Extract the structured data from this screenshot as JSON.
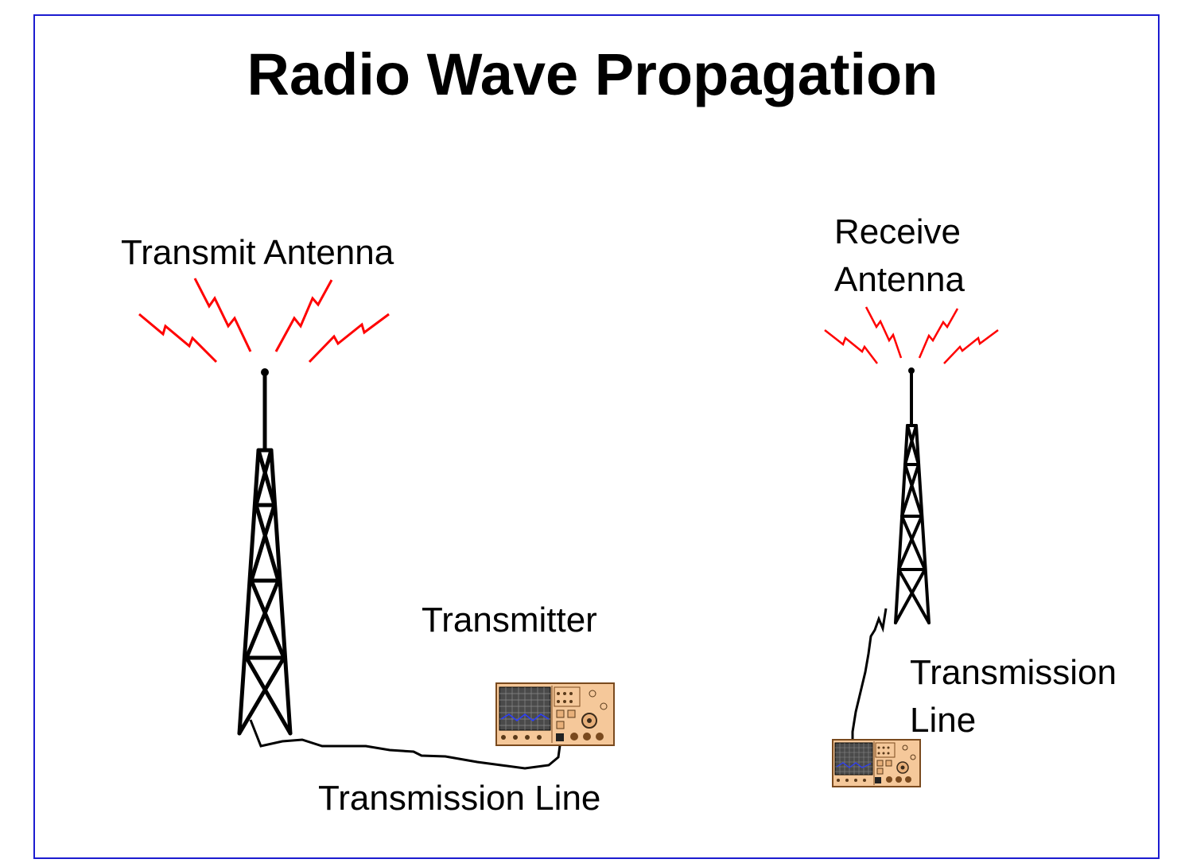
{
  "title": "Radio Wave Propagation",
  "labels": {
    "transmit_antenna": "Transmit Antenna",
    "receive_antenna_line1": "Receive",
    "receive_antenna_line2": "Antenna",
    "transmitter": "Transmitter",
    "transmission_line_left": "Transmission Line",
    "transmission_line_right_line1": "Transmission",
    "transmission_line_right_line2": "Line"
  },
  "colors": {
    "frame": "#1c1cd0",
    "waves": "#ff0000",
    "tower": "#000000",
    "radio_body": "#f5c89a",
    "radio_outline": "#7a4a1e",
    "screen_grid": "#5a5a5a",
    "screen_trace": "#2a3cff"
  },
  "icons": [
    "transmit-tower-icon",
    "receive-tower-icon",
    "transmitter-radio-icon",
    "receiver-radio-icon",
    "radio-wave-icon"
  ]
}
